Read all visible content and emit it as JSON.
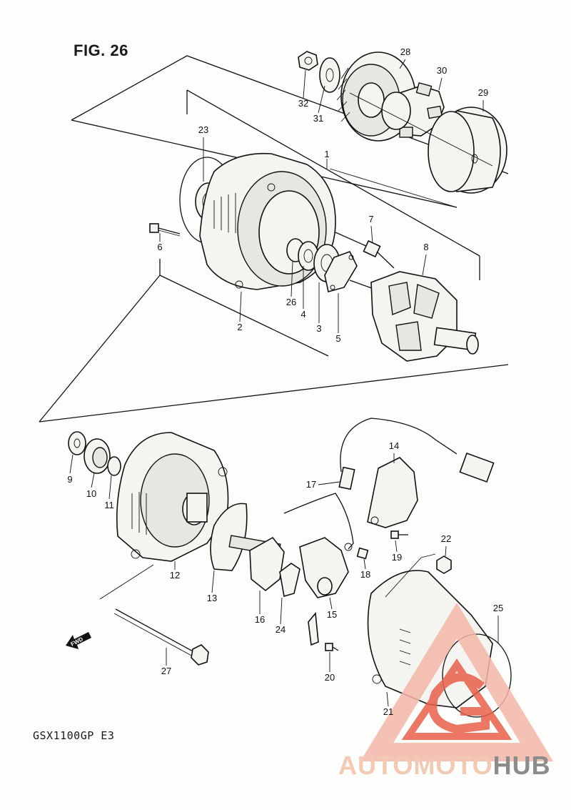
{
  "figure": {
    "title": "FIG. 26",
    "model_code": "GSX1100GP  E3"
  },
  "callouts": [
    "1",
    "2",
    "3",
    "4",
    "5",
    "6",
    "7",
    "8",
    "9",
    "10",
    "11",
    "12",
    "13",
    "14",
    "15",
    "16",
    "17",
    "18",
    "19",
    "20",
    "21",
    "22",
    "23",
    "24",
    "25",
    "26",
    "27",
    "28",
    "29",
    "30",
    "31",
    "32"
  ],
  "fwd_label": "FWD",
  "watermark": {
    "brand_part1": "AUTOMOTO",
    "brand_part2": "HUB",
    "color_primary": "#f3b7a8",
    "color_accent": "#e8604a",
    "color_text_light": "#f2c9b2",
    "color_text_dark": "#8c8c8c"
  }
}
